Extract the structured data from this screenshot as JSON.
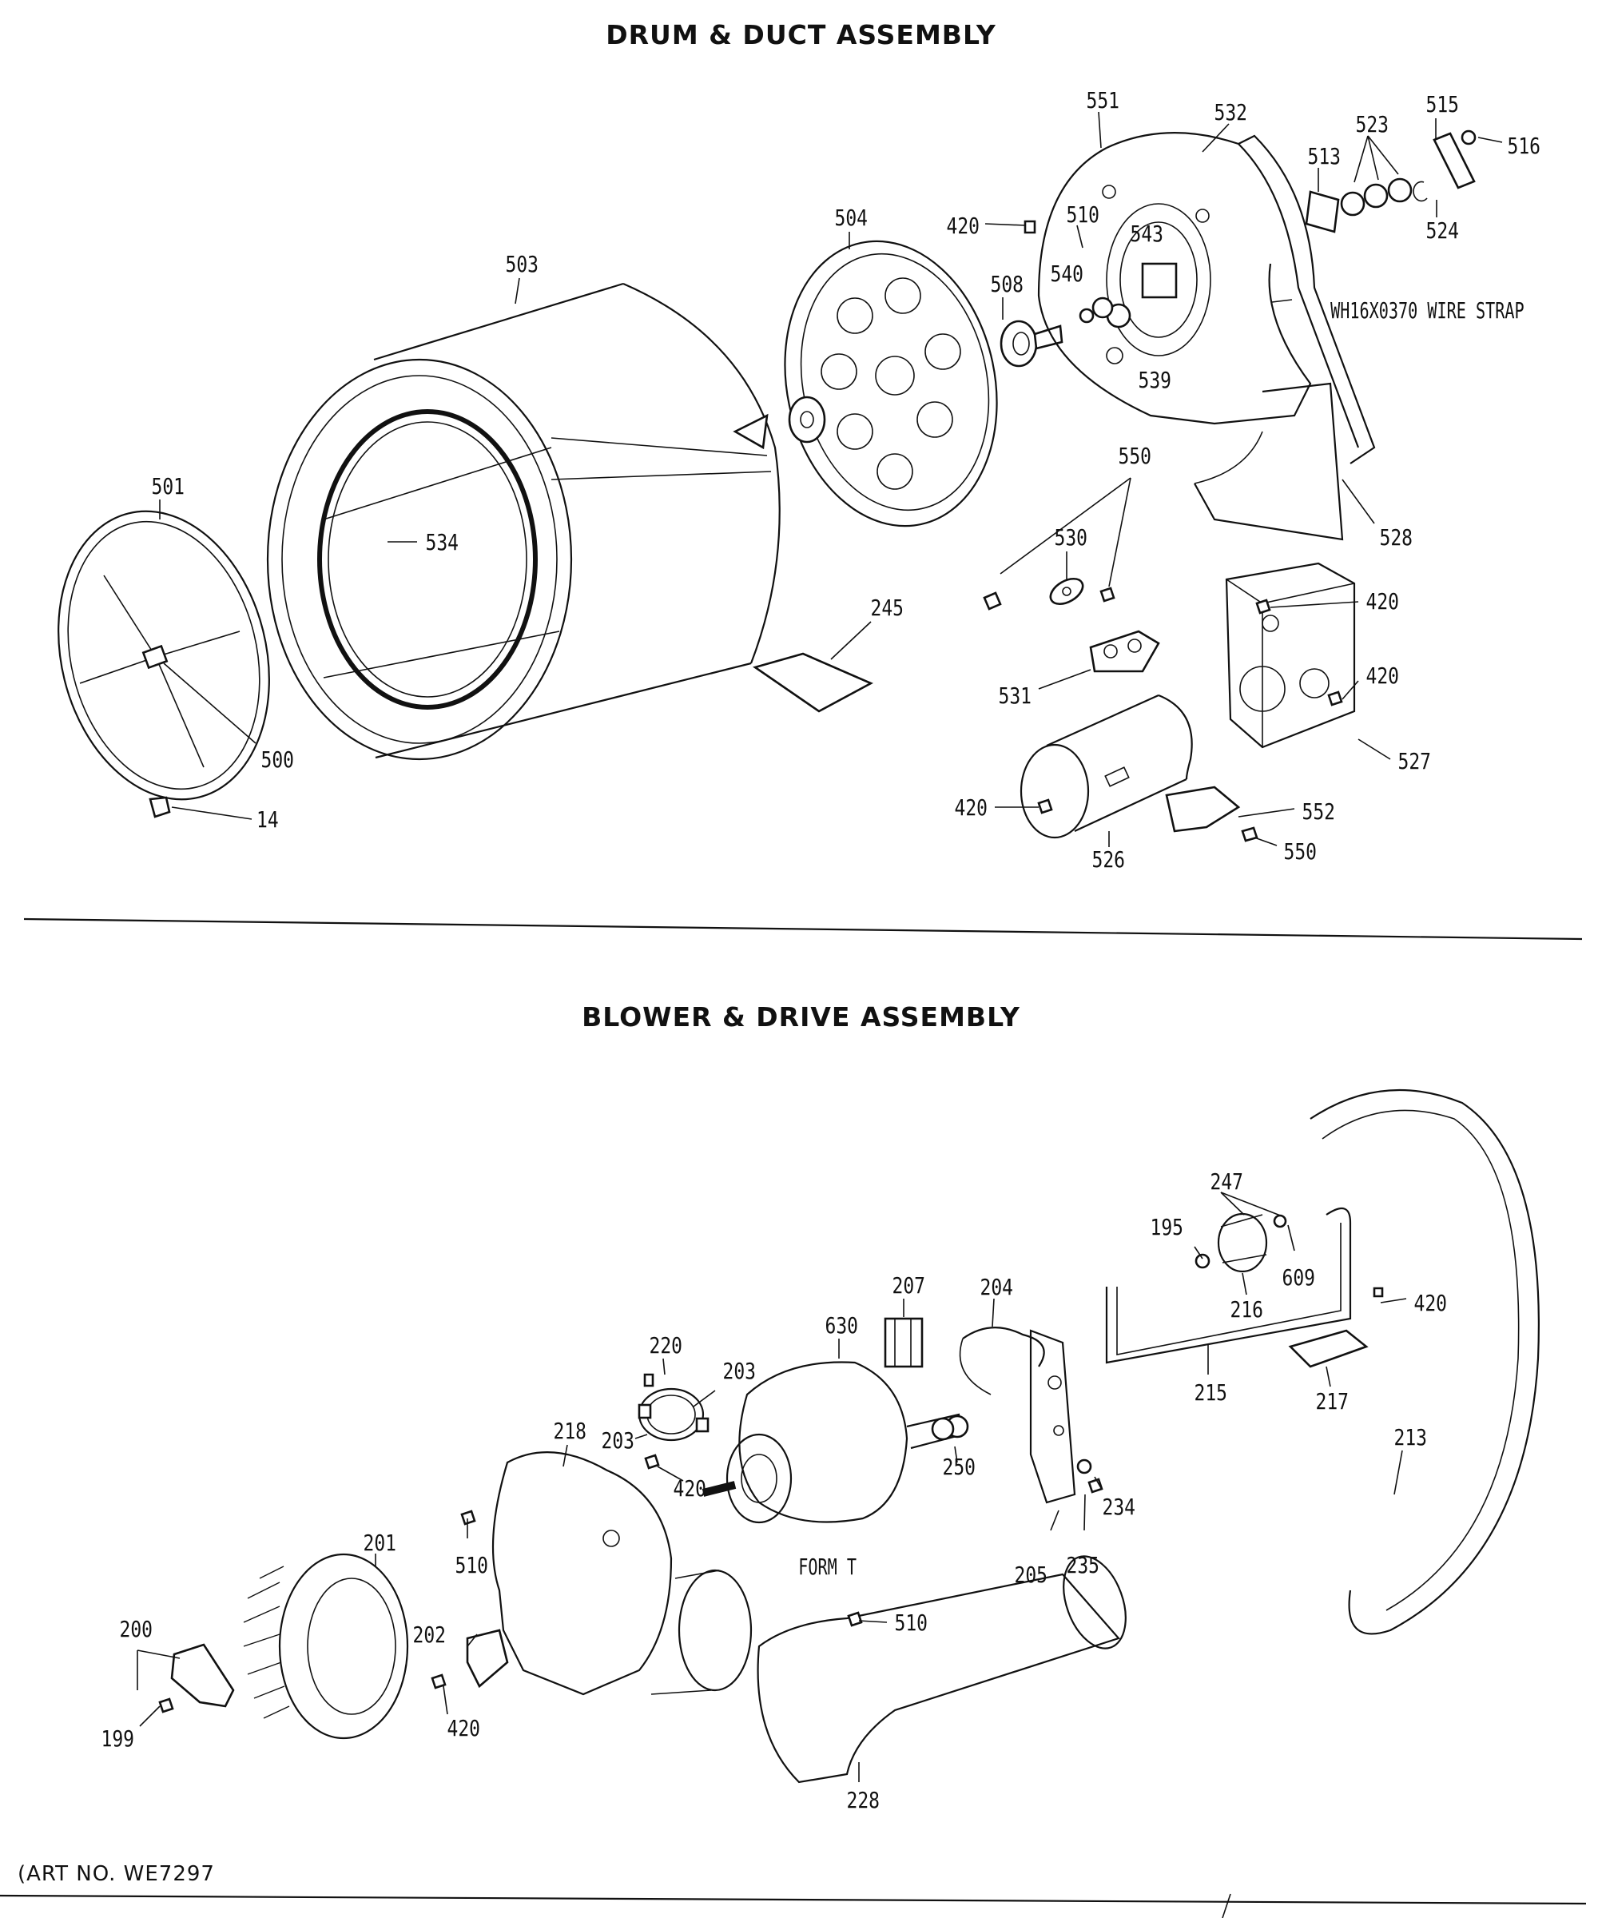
{
  "sections": {
    "top_title": "DRUM & DUCT ASSEMBLY",
    "bottom_title": "BLOWER & DRIVE ASSEMBLY"
  },
  "footer": {
    "art_no": "(ART NO. WE7297"
  },
  "callouts": {
    "c501": "501",
    "c500": "500",
    "c14": "14",
    "c503": "503",
    "c534": "534",
    "c504": "504",
    "c245": "245",
    "c508": "508",
    "c420a": "420",
    "c510": "510",
    "c540": "540",
    "c543": "543",
    "c539": "539",
    "c551": "551",
    "c532": "532",
    "c513": "513",
    "c523": "523",
    "c515": "515",
    "c516": "516",
    "c524": "524",
    "wire_strap": "WH16X0370 WIRE STRAP",
    "c550a": "550",
    "c530": "530",
    "c531": "531",
    "c528": "528",
    "c420b": "420",
    "c420c": "420",
    "c527": "527",
    "c420d": "420",
    "c526": "526",
    "c552": "552",
    "c550b": "550",
    "c247": "247",
    "c195": "195",
    "c609": "609",
    "c216": "216",
    "c420e": "420",
    "c215": "215",
    "c217": "217",
    "c213": "213",
    "c207": "207",
    "c204": "204",
    "c630": "630",
    "c220": "220",
    "c203a": "203",
    "c203b": "203",
    "c420f": "420",
    "c250": "250",
    "c218": "218",
    "form_t": "FORM T",
    "c234": "234",
    "c205": "205",
    "c235": "235",
    "c510b": "510",
    "c201": "201",
    "c202": "202",
    "c200": "200",
    "c199": "199",
    "c420g": "420",
    "c510c": "510",
    "c228": "228"
  }
}
